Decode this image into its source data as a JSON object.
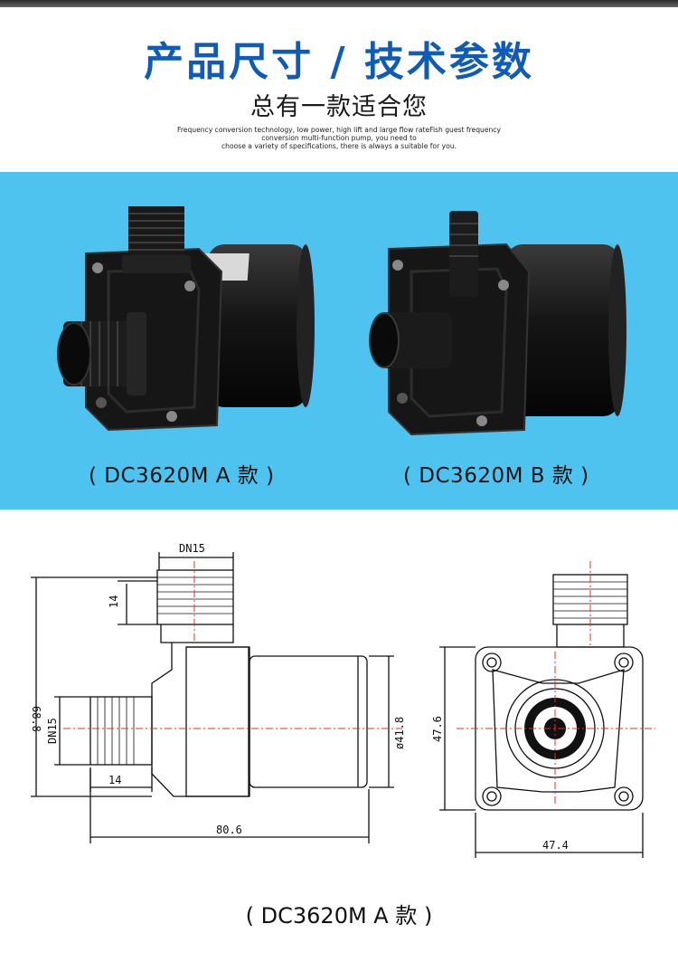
{
  "header": {
    "title": "产品尺寸 / 技术参数",
    "subtitle": "总有一款适合您",
    "english_lines": [
      "Frequency conversion technology, low power, high lift and large flow rateFish guest frequency",
      "conversion multi-function pump, you need to",
      "choose a variety of specifications, there is always a suitable for you."
    ]
  },
  "products": {
    "a_label": "( DC3620M A 款 )",
    "b_label": "( DC3620M B 款 )"
  },
  "drawing": {
    "dn15_top": "DN15",
    "dim_14_vertical": "14",
    "dim_688": "68.8",
    "dn15_side": "DN15",
    "dim_14_horizontal": "14",
    "dim_806": "80.6",
    "dim_418": "ø41.8",
    "dim_476": "47.6",
    "dim_474": "47.4"
  },
  "footer": {
    "label": "( DC3620M A 款 )"
  },
  "colors": {
    "title_blue": "#0f5cb8",
    "band_blue": "#4fc3ef",
    "centerline_red": "#e0302a"
  }
}
